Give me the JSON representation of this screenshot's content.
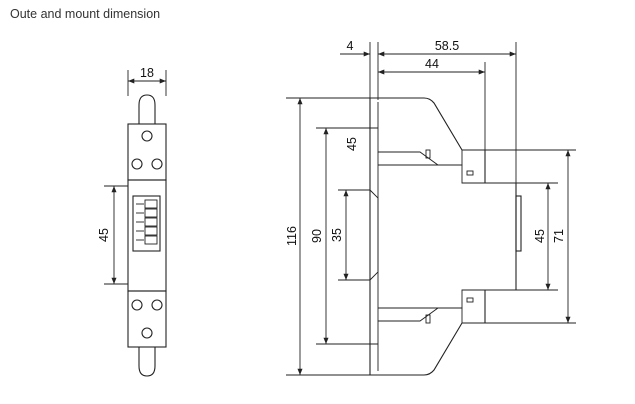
{
  "title": "Oute and mount dimension",
  "front_view": {
    "width_label": "18",
    "window_height_label": "45"
  },
  "side_view": {
    "offset_label": "4",
    "depth_total_label": "58.5",
    "depth_inner_label": "44",
    "height_overall_label": "116",
    "height_mount_label": "90",
    "rail_label": "35",
    "upper_shoulder_label": "45",
    "front_face_label": "45",
    "front_height_label": "71"
  }
}
